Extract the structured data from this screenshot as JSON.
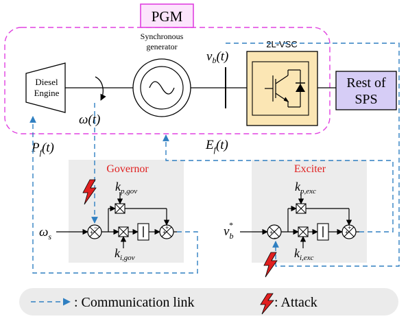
{
  "pgm_label": "PGM",
  "synchronous_generator": "Synchronous generator",
  "synchronous_generator_line1": "Synchronous",
  "synchronous_generator_line2": "generator",
  "diesel_engine_line1": "Diesel",
  "diesel_engine_line2": "Engine",
  "vsc_label": "2L-VSC",
  "rest_of_sps_line1": "Rest of",
  "rest_of_sps_line2": "SPS",
  "signals": {
    "omega_t": "ω(t)",
    "v_b_t": "v",
    "v_b_t_sub": "b",
    "v_b_t_arg": "(t)",
    "p_f": "P",
    "p_f_sub": "f",
    "p_f_arg": "(t)",
    "e_f": "E",
    "e_f_sub": "f",
    "e_f_arg": "(t)",
    "omega_s": "ω",
    "omega_s_sub": "s",
    "v_b_star": "v",
    "v_b_star_sub": "b",
    "v_b_star_sup": "*"
  },
  "governor": {
    "title": "Governor",
    "kp": "k",
    "kp_sub": "p,gov",
    "ki": "k",
    "ki_sub": "i,gov"
  },
  "exciter": {
    "title": "Exciter",
    "kp": "k",
    "kp_sub": "p,exc",
    "ki": "k",
    "ki_sub": "i,exc"
  },
  "legend": {
    "link_label": ": Communication link",
    "attack_label": ": Attack"
  },
  "colors": {
    "pgm_border": "#e040e0",
    "pgm_fill": "#fce4fc",
    "link": "#2f7fc1",
    "attack": "#e02020",
    "controller_bg": "#ececec",
    "vsc_fill": "#fbe6b4",
    "sps_fill": "#d6cdf6",
    "title_red": "#e02020",
    "legend_bg": "#ebebeb"
  }
}
